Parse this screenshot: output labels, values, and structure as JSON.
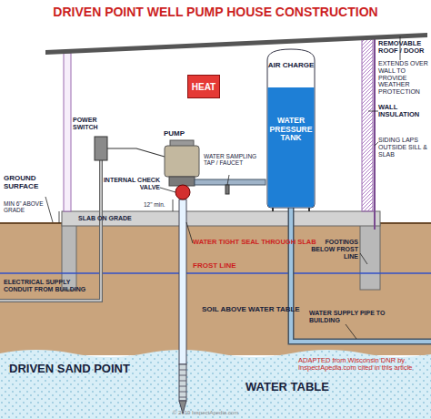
{
  "diagram": {
    "title": "DRIVEN POINT WELL PUMP HOUSE CONSTRUCTION",
    "nodes": [
      {
        "text": [
          "HEAT"
        ]
      },
      {
        "text": [
          "AIR CHARGE",
          "WATER PRESSURE TANK"
        ]
      }
    ],
    "labels": [
      "REMOVABLE ROOF / DOOR",
      "EXTENDS OVER WALL TO PROVIDE WEATHER PROTECTION",
      "WALL INSULATION",
      "SIDING LAPS OUTSIDE SILL & SLAB",
      "POWER SWITCH",
      "PUMP",
      "WATER SAMPLING TAP / FAUCET",
      "INTERNAL CHECK VALVE",
      "GROUND SURFACE",
      "MIN 6\" ABOVE GRADE",
      "12\" min.",
      "SLAB ON GRADE",
      "WATER TIGHT SEAL THROUGH SLAB",
      "FROST LINE",
      "FOOTINGS BELOW FROST LINE",
      "ELECTRICAL SUPPLY CONDUIT FROM BUILDING",
      "SOIL ABOVE WATER TABLE",
      "WATER SUPPLY PIPE TO BUILDING",
      "DRIVEN SAND POINT",
      "WATER TABLE",
      "ADAPTED from Wisconsin DNR by InspectApedia.com cited in this article",
      "© 2019 InspectApedia.com"
    ]
  }
}
